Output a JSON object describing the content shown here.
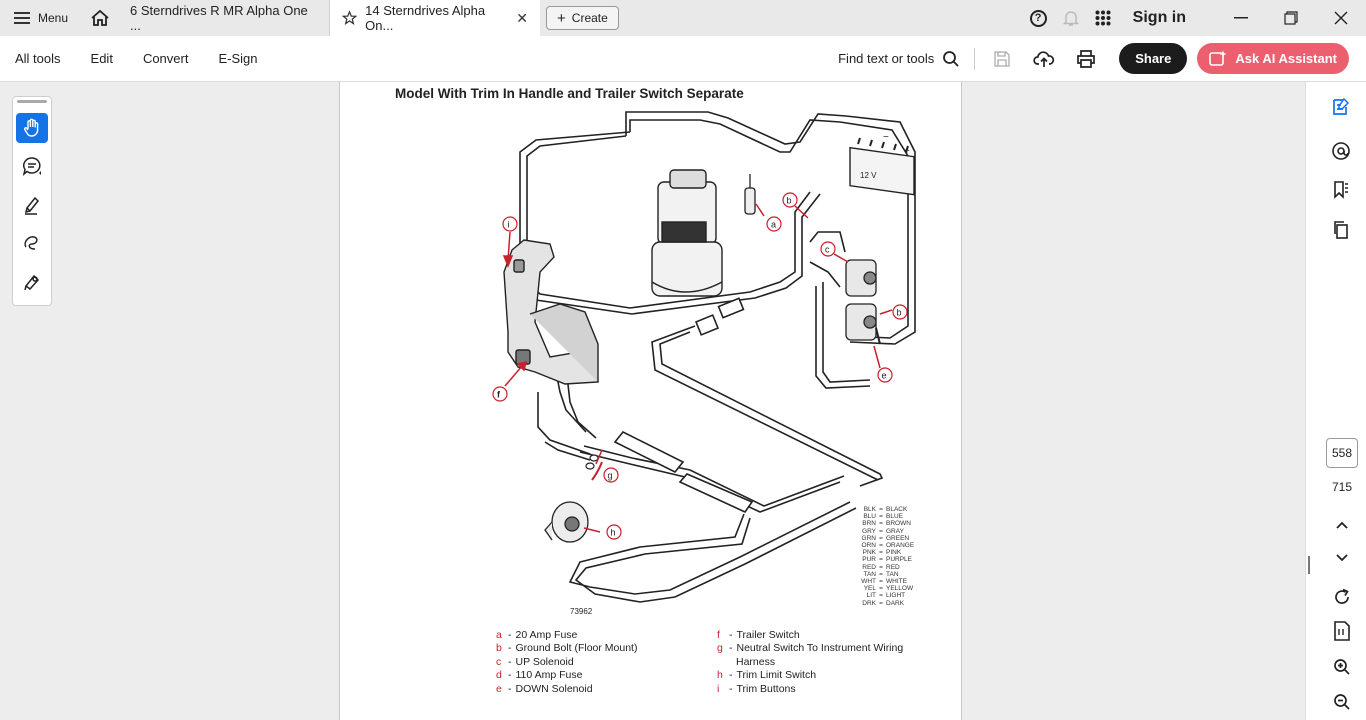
{
  "tabbar": {
    "menu_label": "Menu",
    "tabs": [
      {
        "label": "6 Sterndrives  R  MR  Alpha One ..."
      },
      {
        "label": "14 Sterndrives Alpha On..."
      }
    ],
    "create_label": "Create",
    "signin_label": "Sign in"
  },
  "toolbar": {
    "items": [
      "All tools",
      "Edit",
      "Convert",
      "E-Sign"
    ],
    "find_label": "Find text or tools",
    "share_label": "Share",
    "ai_label": "Ask AI Assistant"
  },
  "document": {
    "title": "Model With Trim In Handle and Trailer Switch Separate",
    "figure_number": "73962",
    "callouts": [
      "i",
      "f",
      "a",
      "b",
      "c",
      "b",
      "e",
      "g",
      "h"
    ],
    "battery_label": "12 V",
    "legend": [
      {
        "abbr": "BLK",
        "name": "BLACK"
      },
      {
        "abbr": "BLU",
        "name": "BLUE"
      },
      {
        "abbr": "BRN",
        "name": "BROWN"
      },
      {
        "abbr": "GRY",
        "name": "GRAY"
      },
      {
        "abbr": "GRN",
        "name": "GREEN"
      },
      {
        "abbr": "ORN",
        "name": "ORANGE"
      },
      {
        "abbr": "PNK",
        "name": "PINK"
      },
      {
        "abbr": "PUR",
        "name": "PURPLE"
      },
      {
        "abbr": "RED",
        "name": "RED"
      },
      {
        "abbr": "TAN",
        "name": "TAN"
      },
      {
        "abbr": "WHT",
        "name": "WHITE"
      },
      {
        "abbr": "YEL",
        "name": "YELLOW"
      },
      {
        "abbr": "LIT",
        "name": "LIGHT"
      },
      {
        "abbr": "DRK",
        "name": "DARK"
      }
    ],
    "captions_left": [
      {
        "letter": "a",
        "text": "20 Amp Fuse"
      },
      {
        "letter": "b",
        "text": "Ground Bolt (Floor Mount)"
      },
      {
        "letter": "c",
        "text": "UP Solenoid"
      },
      {
        "letter": "d",
        "text": "110 Amp Fuse"
      },
      {
        "letter": "e",
        "text": "DOWN Solenoid"
      }
    ],
    "captions_right": [
      {
        "letter": "f",
        "text": "Trailer Switch"
      },
      {
        "letter": "g",
        "text": "Neutral Switch To Instrument Wiring",
        "cont": "Harness"
      },
      {
        "letter": "h",
        "text": "Trim Limit Switch"
      },
      {
        "letter": "i",
        "text": "Trim Buttons"
      }
    ]
  },
  "navigation": {
    "current_page": "558",
    "total_pages": "715"
  },
  "colors": {
    "accent": "#1473e6",
    "ai_button": "#ec5f6f",
    "callout_red": "#c8202c"
  }
}
